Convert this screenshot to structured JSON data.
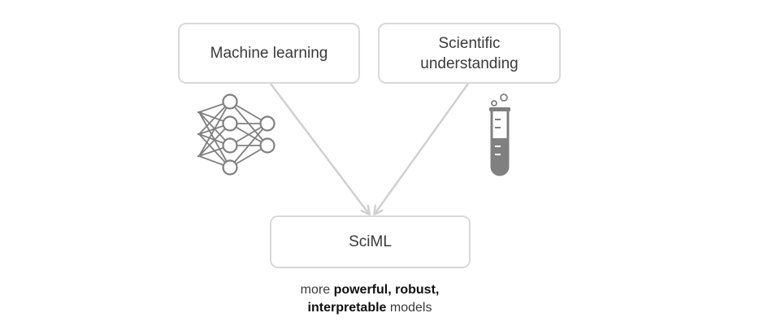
{
  "diagram": {
    "nodes": {
      "machine_learning": {
        "label": "Machine learning"
      },
      "scientific_understanding": {
        "label": "Scientific\nunderstanding"
      },
      "sciml": {
        "label": "SciML"
      }
    },
    "edges": [
      {
        "from": "machine_learning",
        "to": "sciml"
      },
      {
        "from": "scientific_understanding",
        "to": "sciml"
      }
    ],
    "icons": {
      "ml": "neural-network-icon",
      "science": "test-tube-icon"
    },
    "caption": {
      "prefix": "more ",
      "bold_1": "powerful, robust,",
      "bold_2": "interpretable",
      "suffix": " models"
    },
    "colors": {
      "box_border": "#d9d9d9",
      "arrow": "#d0d0d0",
      "icon": "#808080",
      "text": "#3a3a3a"
    }
  }
}
